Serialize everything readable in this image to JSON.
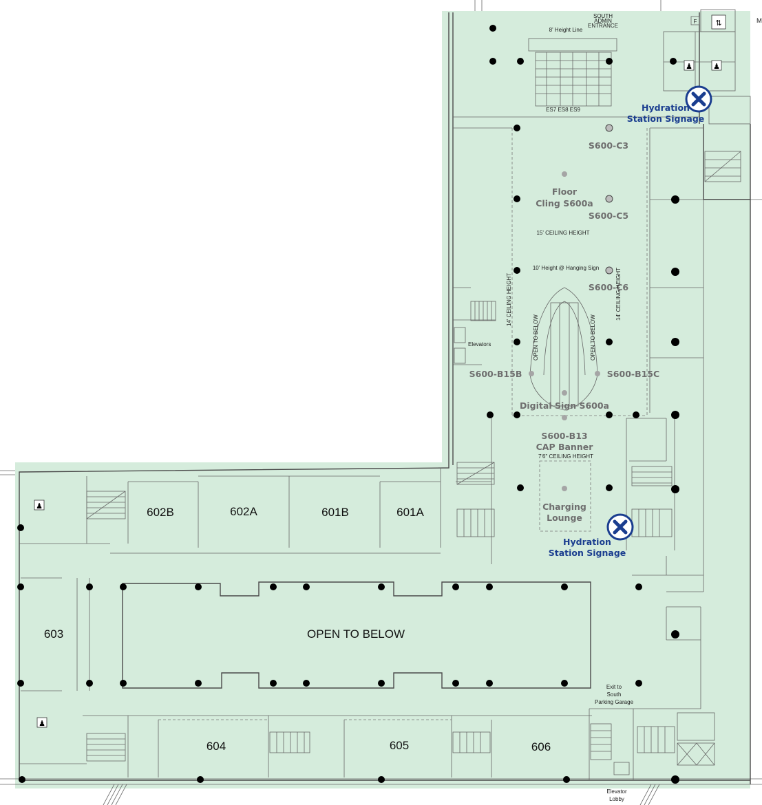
{
  "colors": {
    "floor_fill": "#d5ecdc",
    "column": "#000000",
    "signage_gray": "#6e6e6e",
    "hydration_blue": "#1a3d8f"
  },
  "rooms": {
    "r602b": "602B",
    "r602a": "602A",
    "r601b": "601B",
    "r601a": "601A",
    "r603": "603",
    "r604": "604",
    "r605": "605",
    "r606": "606",
    "open_to_below": "OPEN TO BELOW"
  },
  "signage": {
    "c3": "S600-C3",
    "c5": "S600-C5",
    "c6": "S600-C6",
    "floor_cling_1": "Floor",
    "floor_cling_2": "Cling S600a",
    "b15b": "S600-B15B",
    "b15c": "S600-B15C",
    "digital_sign": "Digital Sign S600a",
    "b13_1": "S600-B13",
    "b13_2": "CAP Banner",
    "charging_1": "Charging",
    "charging_2": "Lounge"
  },
  "hydration": {
    "top_1": "Hydration",
    "top_2": "Station Signage",
    "mid_1": "Hydration",
    "mid_2": "Station Signage",
    "icon": "hydration-x-icon"
  },
  "notes": {
    "south_admin_1": "SOUTH",
    "south_admin_2": "ADMIN",
    "south_admin_3": "ENTRANCE",
    "height_line": "8' Height Line",
    "escalators": "ES7 ES8 ES9",
    "ceiling_15": "15' CEILING HEIGHT",
    "hanging_sign": "10' Height @ Hanging Sign",
    "ceiling_14_left": "14' CEILING HEIGHT",
    "ceiling_14_right": "14' CEILING HEIGHT",
    "open_below_left": "OPEN TO BELOW",
    "open_below_right": "OPEN TO BELOW",
    "elevators": "Elevators",
    "ceiling_76": "7'6\" CEILING HEIGHT",
    "exit_1": "Exit to",
    "exit_2": "South",
    "exit_3": "Parking Garage",
    "elev_lobby_1": "Elevator",
    "elev_lobby_2": "Lobby",
    "f_box": "F",
    "restroom_icon": "restroom-icon",
    "corner_letter": "M"
  }
}
